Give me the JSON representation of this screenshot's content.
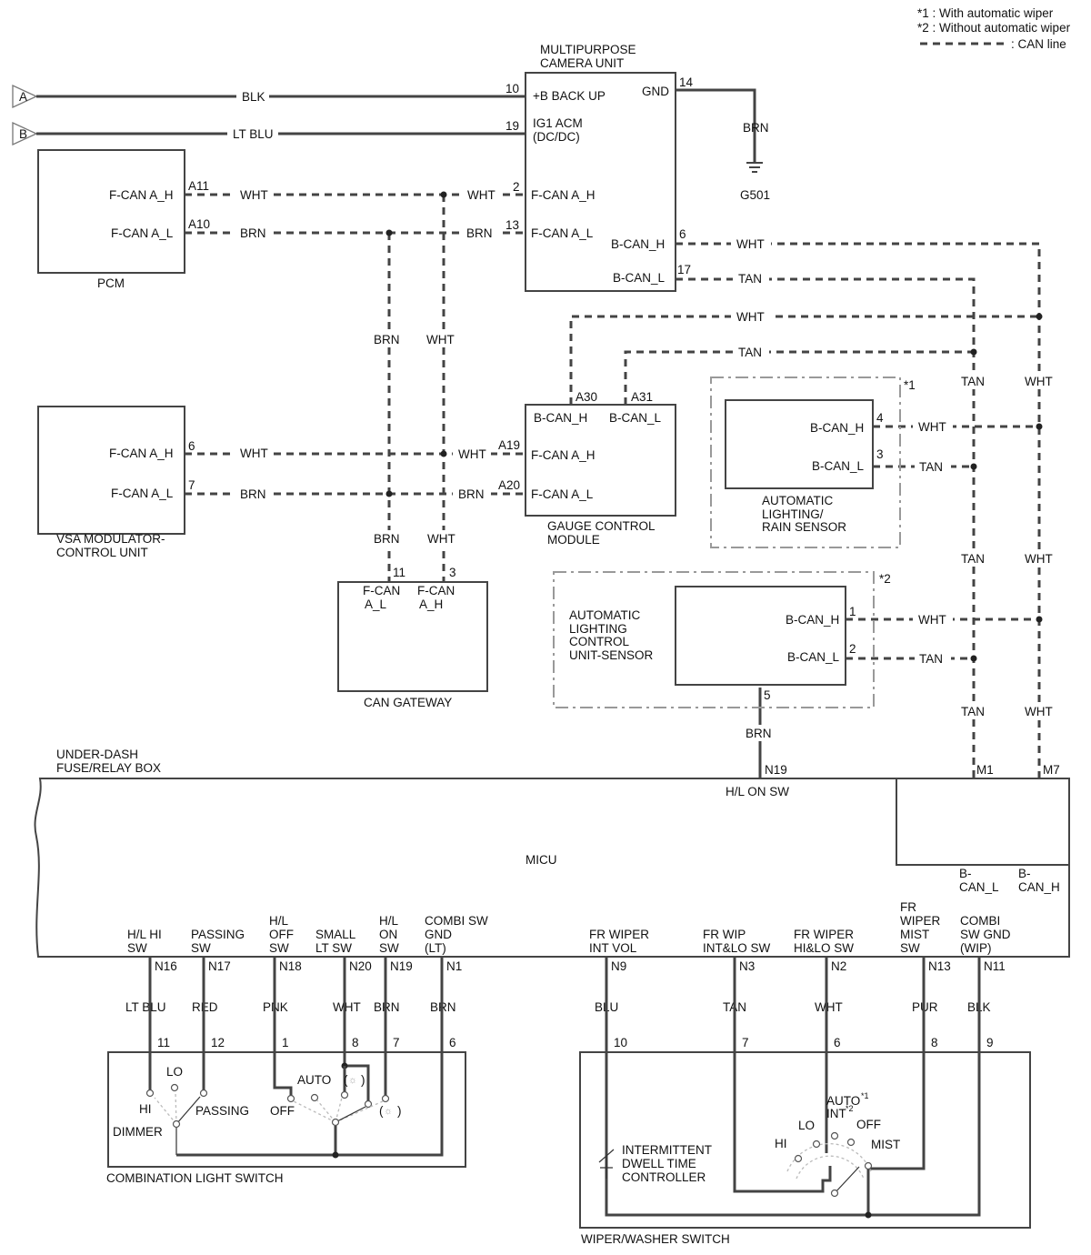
{
  "legend": {
    "note1": "*1 : With automatic wiper",
    "note2": "*2 : Without automatic wiper",
    "can_line": ": CAN line"
  },
  "connectors": {
    "a": "A",
    "b": "B"
  },
  "camera": {
    "title_line1": "MULTIPURPOSE",
    "title_line2": "CAMERA UNIT",
    "backup": "+B BACK UP",
    "ig1_line1": "IG1 ACM",
    "ig1_line2": "(DC/DC)",
    "fcan_h": "F-CAN A_H",
    "fcan_l": "F-CAN A_L",
    "gnd": "GND",
    "bcan_h": "B-CAN_H",
    "bcan_l": "B-CAN_L",
    "pin_10": "10",
    "pin_19": "19",
    "pin_2": "2",
    "pin_13": "13",
    "pin_14": "14",
    "pin_6": "6",
    "pin_17": "17"
  },
  "ground": {
    "wire": "BRN",
    "label": "G501"
  },
  "pcm": {
    "title": "PCM",
    "fcan_h": "F-CAN A_H",
    "fcan_l": "F-CAN A_L",
    "pin_h": "A11",
    "pin_l": "A10"
  },
  "vsa": {
    "title_line1": "VSA MODULATOR-",
    "title_line2": "CONTROL UNIT",
    "fcan_h": "F-CAN A_H",
    "fcan_l": "F-CAN A_L",
    "pin_h": "6",
    "pin_l": "7"
  },
  "gauge": {
    "title_line1": "GAUGE CONTROL",
    "title_line2": "MODULE",
    "bcan_h": "B-CAN_H",
    "bcan_l": "B-CAN_L",
    "fcan_h": "F-CAN A_H",
    "fcan_l": "F-CAN A_L",
    "pin_a30": "A30",
    "pin_a31": "A31",
    "pin_a19": "A19",
    "pin_a20": "A20"
  },
  "gateway": {
    "title": "CAN GATEWAY",
    "l_line1": "F-CAN",
    "l_line2": "A_L",
    "h_line1": "F-CAN",
    "h_line2": "A_H",
    "pin_11": "11",
    "pin_3": "3"
  },
  "rain_sensor": {
    "note": "*1",
    "title_line1": "AUTOMATIC",
    "title_line2": "LIGHTING/",
    "title_line3": "RAIN SENSOR",
    "bcan_h": "B-CAN_H",
    "bcan_l": "B-CAN_L",
    "pin_4": "4",
    "pin_3": "3"
  },
  "light_sensor": {
    "note": "*2",
    "title_line1": "AUTOMATIC",
    "title_line2": "LIGHTING",
    "title_line3": "CONTROL",
    "title_line4": "UNIT-SENSOR",
    "bcan_h": "B-CAN_H",
    "bcan_l": "B-CAN_L",
    "pin_1": "1",
    "pin_2": "2",
    "pin_5": "5"
  },
  "wires": {
    "blk": "BLK",
    "lt_blu": "LT BLU",
    "wht": "WHT",
    "brn": "BRN",
    "tan": "TAN"
  },
  "fuse_box": {
    "title_line1": "UNDER-DASH",
    "title_line2": "FUSE/RELAY BOX",
    "micu": "MICU",
    "hl_on_sw": "H/L ON SW",
    "pin_n19": "N19",
    "pin_m1": "M1",
    "pin_m7": "M7",
    "bcan_l_line1": "B-",
    "bcan_l_line2": "CAN_L",
    "bcan_h_line1": "B-",
    "bcan_h_line2": "CAN_H"
  },
  "micu_terminals": [
    {
      "l1": "H/L HI",
      "l2": "SW",
      "l3": "",
      "pin": "N16",
      "wire": "LT BLU",
      "sw_pin": "11"
    },
    {
      "l1": "PASSING",
      "l2": "SW",
      "l3": "",
      "pin": "N17",
      "wire": "RED",
      "sw_pin": "12"
    },
    {
      "l1": "H/L",
      "l2": "OFF",
      "l3": "SW",
      "pin": "N18",
      "wire": "PNK",
      "sw_pin": "1"
    },
    {
      "l1": "SMALL",
      "l2": "LT SW",
      "l3": "",
      "pin": "N20",
      "wire": "WHT",
      "sw_pin": "8"
    },
    {
      "l1": "H/L",
      "l2": "ON",
      "l3": "SW",
      "pin": "N19",
      "wire": "BRN",
      "sw_pin": "7"
    },
    {
      "l1": "COMBI SW",
      "l2": "GND",
      "l3": "(LT)",
      "pin": "N1",
      "wire": "BRN",
      "sw_pin": "6"
    },
    {
      "l1": "FR WIPER",
      "l2": "INT VOL",
      "l3": "",
      "pin": "N9",
      "wire": "BLU",
      "sw_pin": "10"
    },
    {
      "l1": "FR WIP",
      "l2": "INT&LO SW",
      "l3": "",
      "pin": "N3",
      "wire": "TAN",
      "sw_pin": "7"
    },
    {
      "l1": "FR WIPER",
      "l2": "HI&LO SW",
      "l3": "",
      "pin": "N2",
      "wire": "WHT",
      "sw_pin": "6"
    },
    {
      "l1": "FR",
      "l2": "WIPER",
      "l3": "MIST",
      "l4": "SW",
      "pin": "N13",
      "wire": "PUR",
      "sw_pin": "8"
    },
    {
      "l1": "COMBI",
      "l2": "SW GND",
      "l3": "(WIP)",
      "pin": "N11",
      "wire": "BLK",
      "sw_pin": "9"
    }
  ],
  "light_switch": {
    "title": "COMBINATION LIGHT SWITCH",
    "hi": "HI",
    "lo": "LO",
    "dimmer": "DIMMER",
    "passing": "PASSING",
    "off": "OFF",
    "auto": "AUTO",
    "paren_open": "(",
    "paren_close": ")"
  },
  "wiper_switch": {
    "title": "WIPER/WASHER SWITCH",
    "ctrl_line1": "INTERMITTENT",
    "ctrl_line2": "DWELL TIME",
    "ctrl_line3": "CONTROLLER",
    "hi": "HI",
    "lo": "LO",
    "auto": "AUTO",
    "sup1": "*1",
    "int": "INT",
    "sup2": "*2",
    "off": "OFF",
    "mist": "MIST"
  }
}
